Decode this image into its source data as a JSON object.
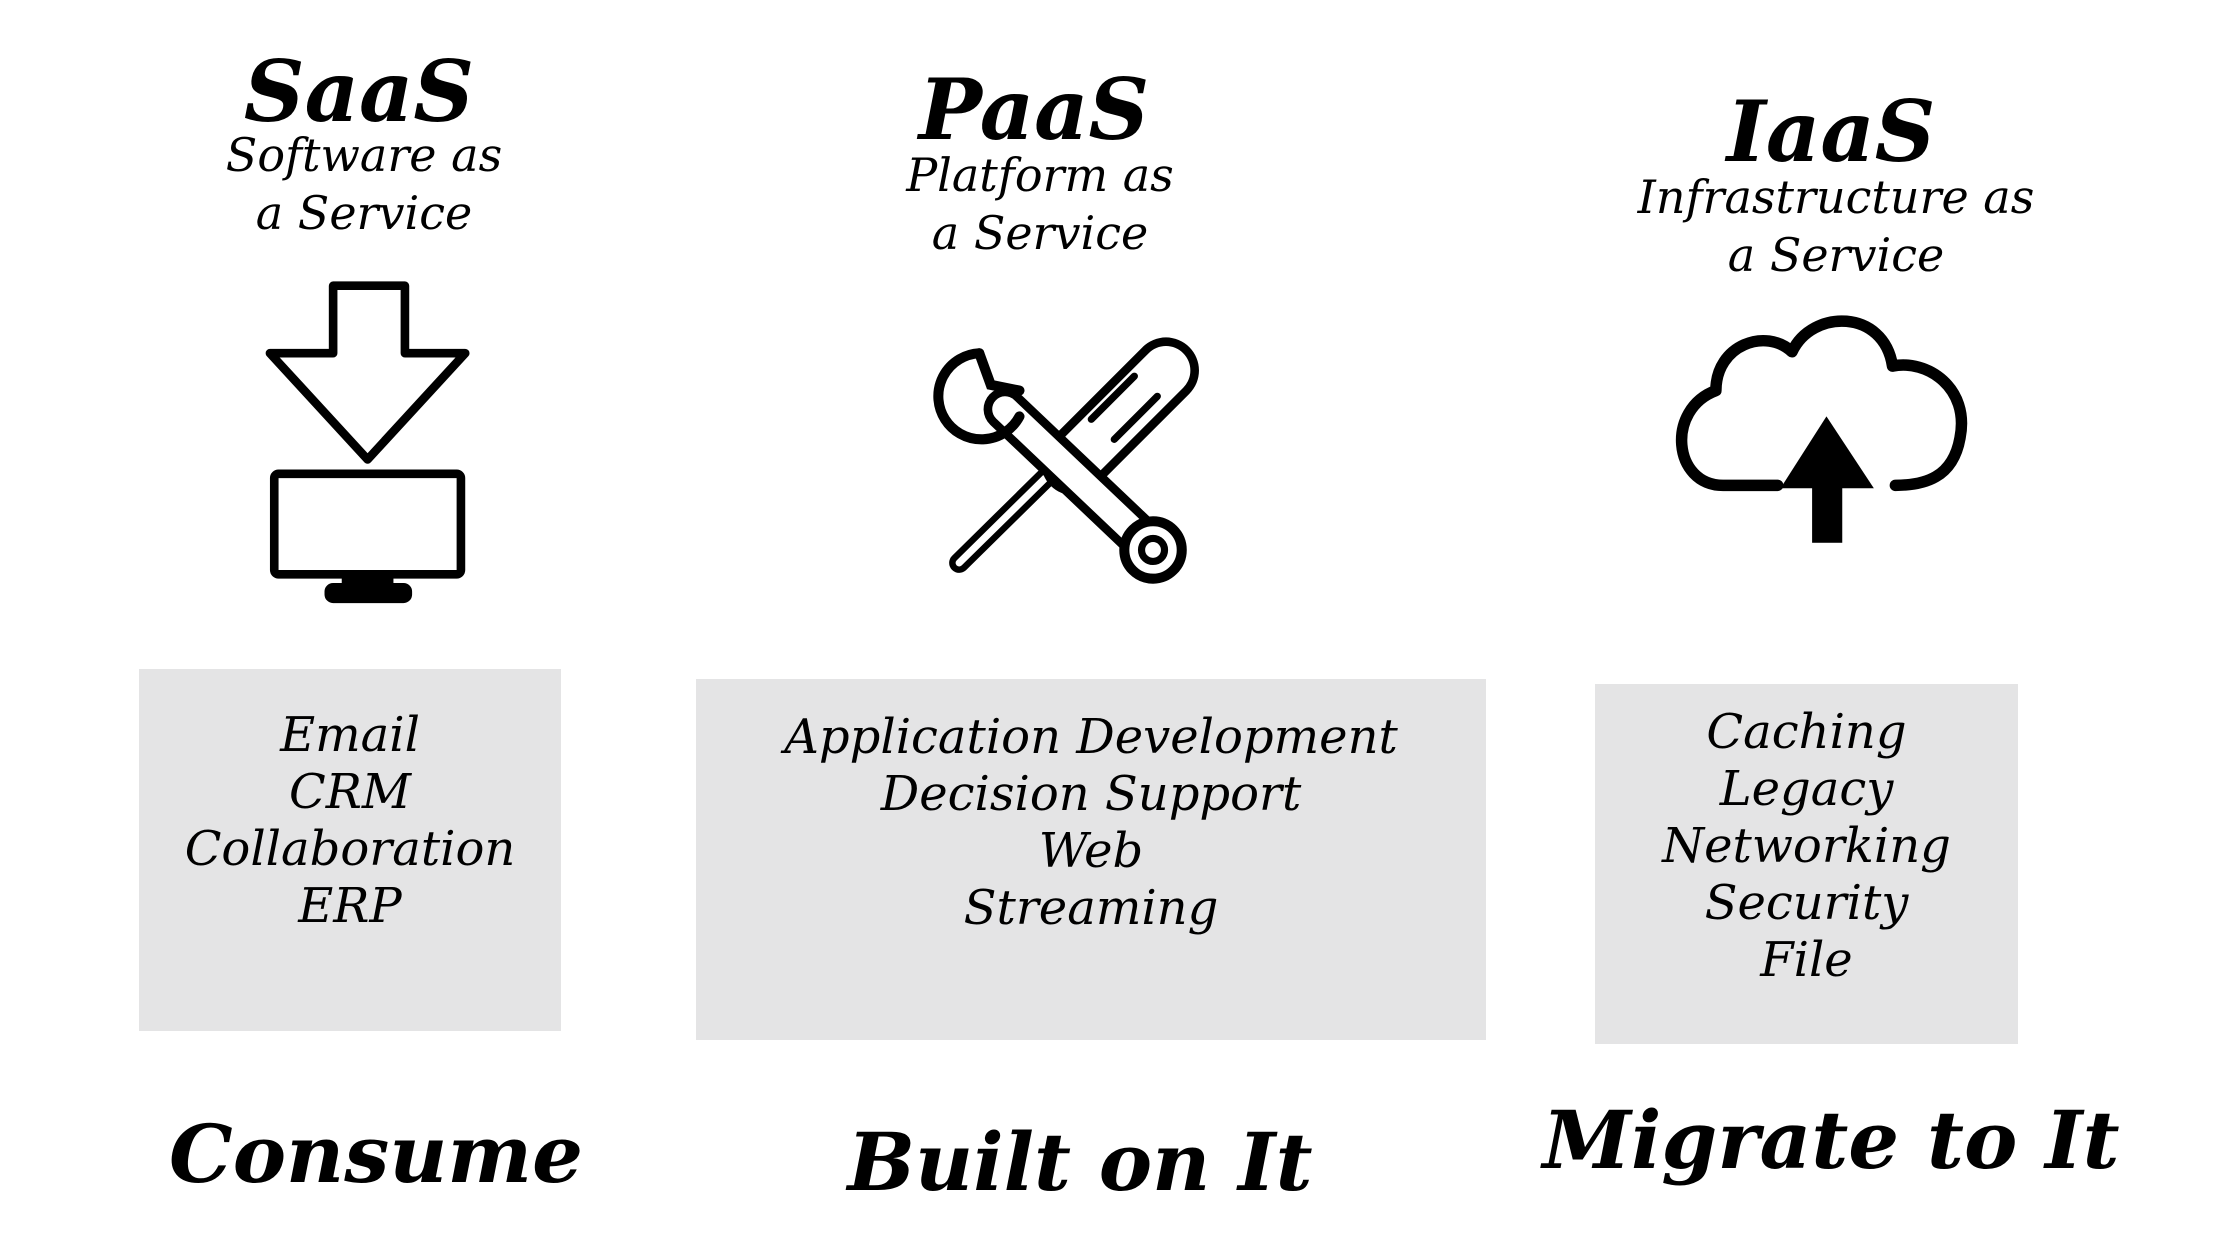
{
  "columns": [
    {
      "title": "SaaS",
      "subtitle_lines": [
        "Software as",
        "a Service"
      ],
      "icon": "download-to-monitor-icon",
      "items": [
        "Email",
        "CRM",
        "Collaboration",
        "ERP"
      ],
      "action": "Consume"
    },
    {
      "title": "PaaS",
      "subtitle_lines": [
        "Platform as",
        "a Service"
      ],
      "icon": "wrench-screwdriver-icon",
      "items": [
        "Application Development",
        "Decision Support",
        "Web",
        "Streaming"
      ],
      "action": "Built on It"
    },
    {
      "title": "IaaS",
      "subtitle_lines": [
        "Infrastructure as",
        "a Service"
      ],
      "icon": "cloud-upload-icon",
      "items": [
        "Caching",
        "Legacy",
        "Networking",
        "Security",
        "File"
      ],
      "action": "Migrate to It"
    }
  ],
  "colors": {
    "box_background": "#e4e4e5",
    "text": "#000000"
  }
}
